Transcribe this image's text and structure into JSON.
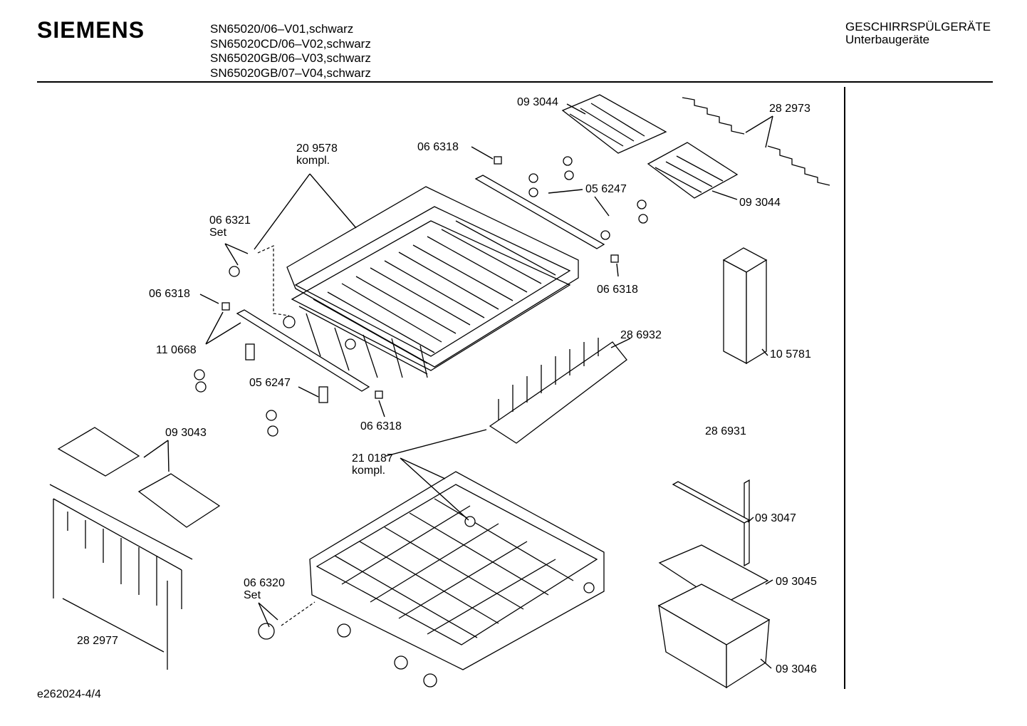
{
  "header": {
    "brand": "SIEMENS",
    "models": [
      "SN65020/06–V01,schwarz",
      "SN65020CD/06–V02,schwarz",
      "SN65020GB/06–V03,schwarz",
      "SN65020GB/07–V04,schwarz"
    ],
    "category": "GESCHIRRSPÜLGERÄTE",
    "subcategory": "Unterbaugeräte"
  },
  "footer": {
    "doc_id": "e262024-4/4"
  },
  "parts": {
    "p093044_a": "09 3044",
    "p282973": "28 2973",
    "p209578": "20 9578",
    "p209578_note": "kompl.",
    "p066318_a": "06 6318",
    "p056247_a": "05 6247",
    "p093044_b": "09 3044",
    "p066321": "06 6321",
    "p066321_note": "Set",
    "p066318_b": "06 6318",
    "p066318_c": "06 6318",
    "p110668": "11 0668",
    "p286932": "28 6932",
    "p105781": "10 5781",
    "p056247_b": "05 6247",
    "p066318_d": "06 6318",
    "p093043": "09 3043",
    "p286931": "28 6931",
    "p210187": "21 0187",
    "p210187_note": "kompl.",
    "p093047": "09 3047",
    "p066320": "06 6320",
    "p066320_note": "Set",
    "p093045": "09 3045",
    "p282977": "28 2977",
    "p093046": "09 3046"
  }
}
